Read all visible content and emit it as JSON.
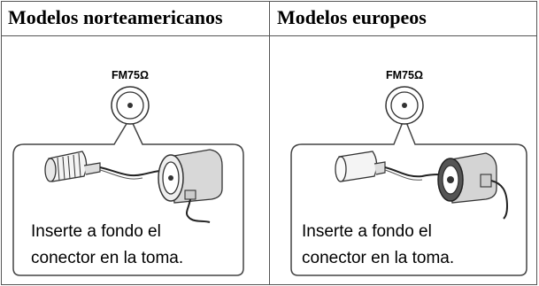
{
  "panels": [
    {
      "title": "Modelos norteamericanos",
      "jack_label": "FM75Ω",
      "caption_lines": [
        "Inserte a fondo el",
        "conector en la toma."
      ]
    },
    {
      "title": "Modelos europeos",
      "jack_label": "FM75Ω",
      "caption_lines": [
        "Inserte a fondo el",
        "conector en la toma."
      ]
    }
  ]
}
